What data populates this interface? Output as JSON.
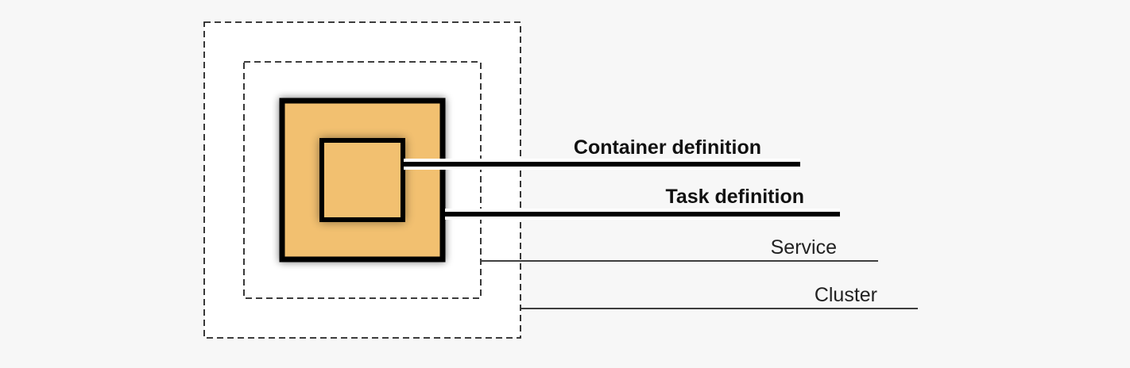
{
  "diagram": {
    "labels": {
      "container": "Container definition",
      "task": "Task definition",
      "service": "Service",
      "cluster": "Cluster"
    },
    "colors": {
      "background": "#f7f7f7",
      "box_fill": "#f2c06f",
      "outline": "#000000",
      "dashed_fill": "#ffffff"
    }
  }
}
